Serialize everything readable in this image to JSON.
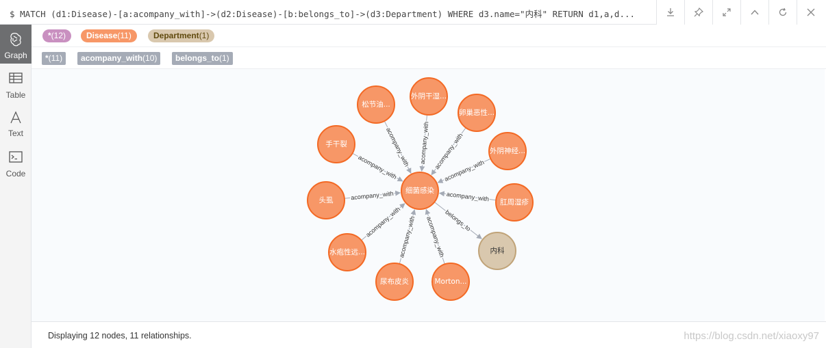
{
  "query": {
    "prompt": "$",
    "text": "MATCH (d1:Disease)-[a:acompany_with]->(d2:Disease)-[b:belongs_to]->(d3:Department) WHERE d3.name=\"内科\" RETURN d1,a,d..."
  },
  "toolbar": {
    "icons": [
      "download-icon",
      "pin-icon",
      "expand-icon",
      "collapse-up-icon",
      "refresh-icon",
      "close-icon"
    ]
  },
  "sidebar": {
    "tabs": [
      {
        "label": "Graph",
        "icon": "graph-icon",
        "active": true
      },
      {
        "label": "Table",
        "icon": "table-icon",
        "active": false
      },
      {
        "label": "Text",
        "icon": "text-icon",
        "active": false
      },
      {
        "label": "Code",
        "icon": "code-icon",
        "active": false
      }
    ]
  },
  "legend": {
    "labels": [
      {
        "name": "*",
        "count": "(12)",
        "color": "#c990c0",
        "text_color": "#ffffff"
      },
      {
        "name": "Disease",
        "count": "(11)",
        "color": "#f79767",
        "text_color": "#ffffff"
      },
      {
        "name": "Department",
        "count": "(1)",
        "color": "#d9c8ae",
        "text_color": "#604a0e"
      }
    ],
    "relationships": [
      {
        "name": "*",
        "count": "(11)"
      },
      {
        "name": "acompany_with",
        "count": "(10)"
      },
      {
        "name": "belongs_to",
        "count": "(1)"
      }
    ]
  },
  "graph": {
    "center": {
      "label": "细菌感染",
      "color": "#f79767",
      "border": "#f36924"
    },
    "department": {
      "label": "内科",
      "color": "#d9c8ae",
      "border": "#c0a378",
      "rel": "belongs_to"
    },
    "rel_label": "acompany_with",
    "nodes": [
      {
        "label": "外阴干湿..."
      },
      {
        "label": "卵巢恶性..."
      },
      {
        "label": "外阴神经..."
      },
      {
        "label": "肛周湿疹"
      },
      {
        "label": "Morton..."
      },
      {
        "label": "尿布皮炎"
      },
      {
        "label": "水疱性远..."
      },
      {
        "label": "头虱"
      },
      {
        "label": "手干裂"
      },
      {
        "label": "松节油..."
      }
    ]
  },
  "status": {
    "text": "Displaying 12 nodes, 11 relationships.",
    "watermark": "https://blog.csdn.net/xiaoxy97"
  }
}
